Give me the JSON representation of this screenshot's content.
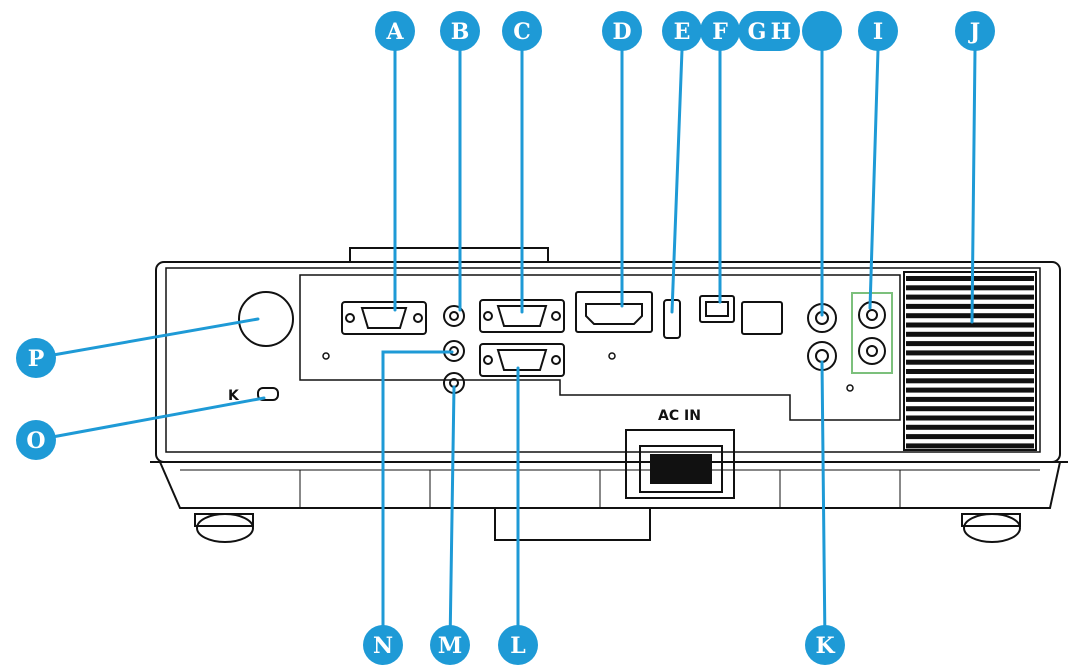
{
  "panel": {
    "ac_in_label": "AC IN",
    "lock_label": "K"
  },
  "colors": {
    "callout": "#1e9ad6",
    "line": "#1e9ad6",
    "outline": "#111111",
    "green_box": "#7cc07c"
  },
  "callouts": [
    {
      "id": "A",
      "label": "A"
    },
    {
      "id": "B",
      "label": "B"
    },
    {
      "id": "C",
      "label": "C"
    },
    {
      "id": "D",
      "label": "D"
    },
    {
      "id": "E",
      "label": "E"
    },
    {
      "id": "F",
      "label": "F"
    },
    {
      "id": "G",
      "label": "G"
    },
    {
      "id": "H",
      "label": "H"
    },
    {
      "id": "blank",
      "label": ""
    },
    {
      "id": "I",
      "label": "I"
    },
    {
      "id": "J",
      "label": "J"
    },
    {
      "id": "K",
      "label": "K"
    },
    {
      "id": "L",
      "label": "L"
    },
    {
      "id": "M",
      "label": "M"
    },
    {
      "id": "N",
      "label": "N"
    },
    {
      "id": "O",
      "label": "O"
    },
    {
      "id": "P",
      "label": "P"
    }
  ]
}
